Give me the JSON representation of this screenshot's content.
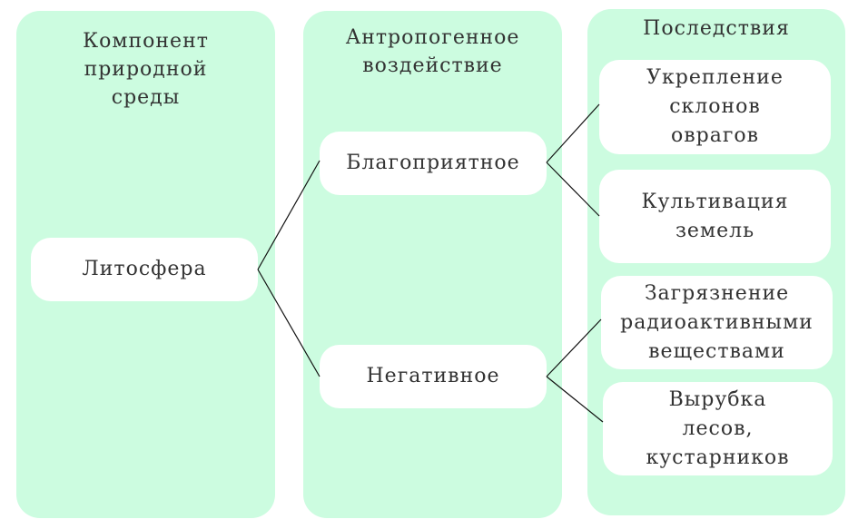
{
  "columns": {
    "component": {
      "title": "Компонент\nприродной\nсреды"
    },
    "impact": {
      "title": "Антропогенное\nвоздействие"
    },
    "consequences": {
      "title": "Последствия"
    }
  },
  "nodes": {
    "lithosphere": "Литосфера",
    "favorable": "Благоприятное",
    "negative": "Негативное",
    "ravine_slopes": "Укрепление\nсклонов\nоврагов",
    "land_cultivation": "Культивация\nземель",
    "radioactive_pollution": "Загрязнение\nрадиоактивными\nвеществами",
    "deforestation": "Вырубка\nлесов,\nкустарников"
  },
  "colors": {
    "column_fill": "#ccfce0",
    "node_fill": "#ffffff",
    "connector": "#111111"
  }
}
